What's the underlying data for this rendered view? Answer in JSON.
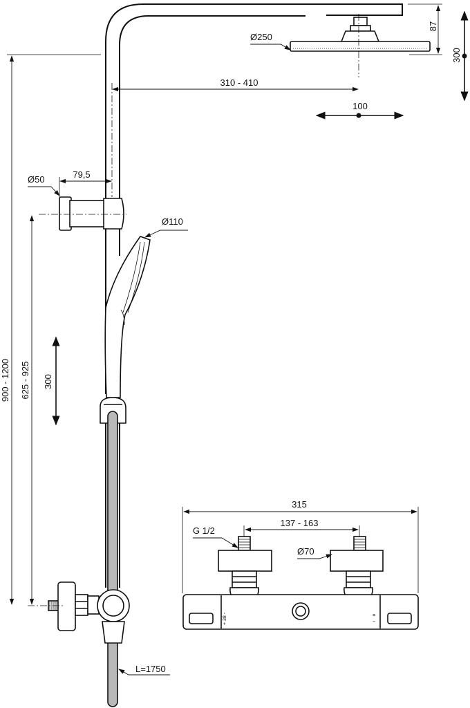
{
  "dimensions": {
    "upper_height": "87",
    "head_adjust": "300",
    "head_diameter": "Ø250",
    "arm_reach": "310 - 410",
    "head_move": "100",
    "slider_diameter": "Ø50",
    "slider_offset": "79,5",
    "hand_shower_diameter": "Ø110",
    "column_height": "900 - 1200",
    "slider_height": "625 - 925",
    "slider_travel": "300",
    "hose_length": "L=1750",
    "mixer_width": "315",
    "connection_thread": "G 1/2",
    "connection_spacing": "137 - 163",
    "cover_diameter": "Ø70"
  }
}
